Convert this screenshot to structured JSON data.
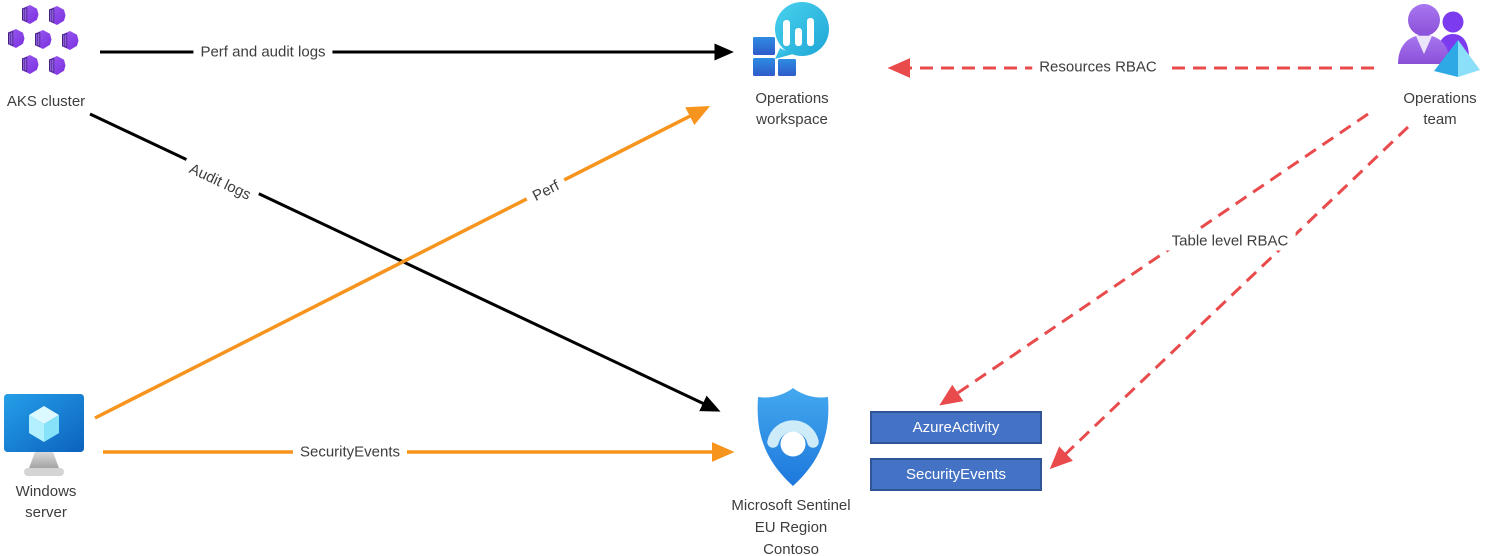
{
  "diagram": {
    "background": "#ffffff",
    "nodes": {
      "aks_cluster": {
        "icon": "aks-hexagons-icon",
        "line1": "AKS cluster"
      },
      "operations_workspace": {
        "icon": "log-analytics-workspace-icon",
        "line1": "Operations",
        "line2": "workspace"
      },
      "operations_team": {
        "icon": "team-people-pyramid-icon",
        "line1": "Operations",
        "line2": "team"
      },
      "windows_server": {
        "icon": "windows-server-monitor-icon",
        "line1": "Windows",
        "line2": "server"
      },
      "microsoft_sentinel": {
        "icon": "sentinel-shield-icon",
        "line1": "Microsoft Sentinel",
        "line2": "EU Region",
        "line3": "Contoso"
      }
    },
    "tables": {
      "azure_activity": {
        "label": "AzureActivity"
      },
      "security_events": {
        "label": "SecurityEvents"
      }
    },
    "edges": {
      "perf_and_audit_logs": {
        "label": "Perf and audit logs",
        "from": "aks_cluster",
        "to": "operations_workspace",
        "style": "solid"
      },
      "audit_logs": {
        "label": "Audit logs",
        "from": "aks_cluster",
        "to": "microsoft_sentinel",
        "style": "solid"
      },
      "perf": {
        "label": "Perf",
        "from": "windows_server",
        "to": "operations_workspace",
        "style": "solid"
      },
      "security_events_flow": {
        "label": "SecurityEvents",
        "from": "windows_server",
        "to": "microsoft_sentinel",
        "style": "solid"
      },
      "resources_rbac": {
        "label": "Resources RBAC",
        "from": "operations_team",
        "to": "operations_workspace",
        "style": "dashed"
      },
      "table_level_rbac": {
        "label": "Table level RBAC",
        "from": "operations_team",
        "to": "azure_activity,security_events",
        "style": "dashed"
      }
    },
    "colors": {
      "black": "#000000",
      "orange": "#f7941e",
      "red": "#e94b4c",
      "table_box_fill": "#4472c4",
      "table_box_border": "#2f5597",
      "table_box_text": "#ffffff",
      "label_text": "#3d3d3d"
    }
  }
}
